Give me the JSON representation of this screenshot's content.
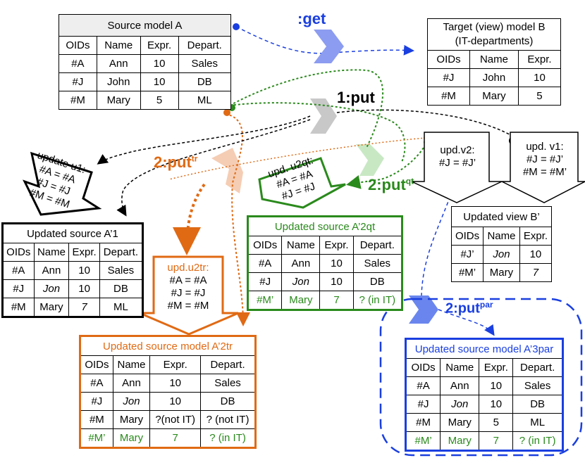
{
  "source_a": {
    "title": "Source model A",
    "headers": [
      "OIDs",
      "Name",
      "Expr.",
      "Depart."
    ],
    "rows": [
      [
        "#A",
        "Ann",
        "10",
        "Sales"
      ],
      [
        "#J",
        "John",
        "10",
        "DB"
      ],
      [
        "#M",
        "Mary",
        "5",
        "ML"
      ]
    ]
  },
  "target_b": {
    "title_line1": "Target (view) model B",
    "title_line2": "(IT-departments)",
    "headers": [
      "OIDs",
      "Name",
      "Expr."
    ],
    "rows": [
      [
        "#J",
        "John",
        "10"
      ],
      [
        "#M",
        "Mary",
        "5"
      ]
    ]
  },
  "updated_view": {
    "title": "Updated view B’",
    "headers": [
      "OIDs",
      "Name",
      "Expr."
    ],
    "rows": [
      [
        "#J’",
        "Jon",
        "10"
      ],
      [
        "#M’",
        "Mary",
        "7"
      ]
    ]
  },
  "updated_a1": {
    "title": "Updated source A’1",
    "headers": [
      "OIDs",
      "Name",
      "Expr.",
      "Depart."
    ],
    "rows": [
      [
        "#A",
        "Ann",
        "10",
        "Sales"
      ],
      [
        "#J",
        "Jon",
        "10",
        "DB"
      ],
      [
        "#M",
        "Mary",
        "7",
        "ML"
      ]
    ]
  },
  "updated_a2qt": {
    "title": "Updated source A’2qt",
    "headers": [
      "OIDs",
      "Name",
      "Expr.",
      "Depart."
    ],
    "rows": [
      [
        "#A",
        "Ann",
        "10",
        "Sales"
      ],
      [
        "#J",
        "Jon",
        "10",
        "DB"
      ],
      [
        "#M’",
        "Mary",
        "7",
        "? (in IT)"
      ]
    ]
  },
  "updated_a2tr": {
    "title": "Updated source model A’2tr",
    "headers": [
      "OIDs",
      "Name",
      "Expr.",
      "Depart."
    ],
    "rows": [
      [
        "#A",
        "Ann",
        "10",
        "Sales"
      ],
      [
        "#J",
        "Jon",
        "10",
        "DB"
      ],
      [
        "#M",
        "Mary",
        "?(not IT)",
        "? (not IT)"
      ],
      [
        "#M’",
        "Mary",
        "7",
        "? (in IT)"
      ]
    ]
  },
  "updated_a3par": {
    "title": "Updated source model A’3par",
    "headers": [
      "OIDs",
      "Name",
      "Expr.",
      "Depart."
    ],
    "rows": [
      [
        "#A",
        "Ann",
        "10",
        "Sales"
      ],
      [
        "#J",
        "Jon",
        "10",
        "DB"
      ],
      [
        "#M",
        "Mary",
        "5",
        "ML"
      ],
      [
        "#M’",
        "Mary",
        "7",
        "? (in IT)"
      ]
    ]
  },
  "labels": {
    "get": ":get",
    "put1": "1:put",
    "puttr": "2:put",
    "puttr_sup": "tr",
    "putqt": "2:put",
    "putqt_sup": "qt",
    "putpar": "2:put",
    "putpar_sup": "par"
  },
  "arrows": {
    "update_u1": {
      "l1": "update u1:",
      "l2": "#A = #A",
      "l3": "#J = #J",
      "l4": "#M = #M"
    },
    "upd_u2qt": {
      "l1": "upd. u2qt:",
      "l2": "#A = #A",
      "l3": "#J = #J"
    },
    "upd_u2tr": {
      "l1": "upd.u2tr:",
      "l2": "#A = #A",
      "l3": "#J = #J",
      "l4": "#M = #M"
    },
    "upd_v2": {
      "l1": "upd.v2:",
      "l2": "#J = #J’"
    },
    "upd_v1": {
      "l1": "upd. v1:",
      "l2": "#J = #J’",
      "l3": "#M = #M’"
    }
  },
  "colors": {
    "green": "#2a8a1c",
    "orange": "#e06a14",
    "blue": "#1a3fe0",
    "black": "#000000"
  }
}
